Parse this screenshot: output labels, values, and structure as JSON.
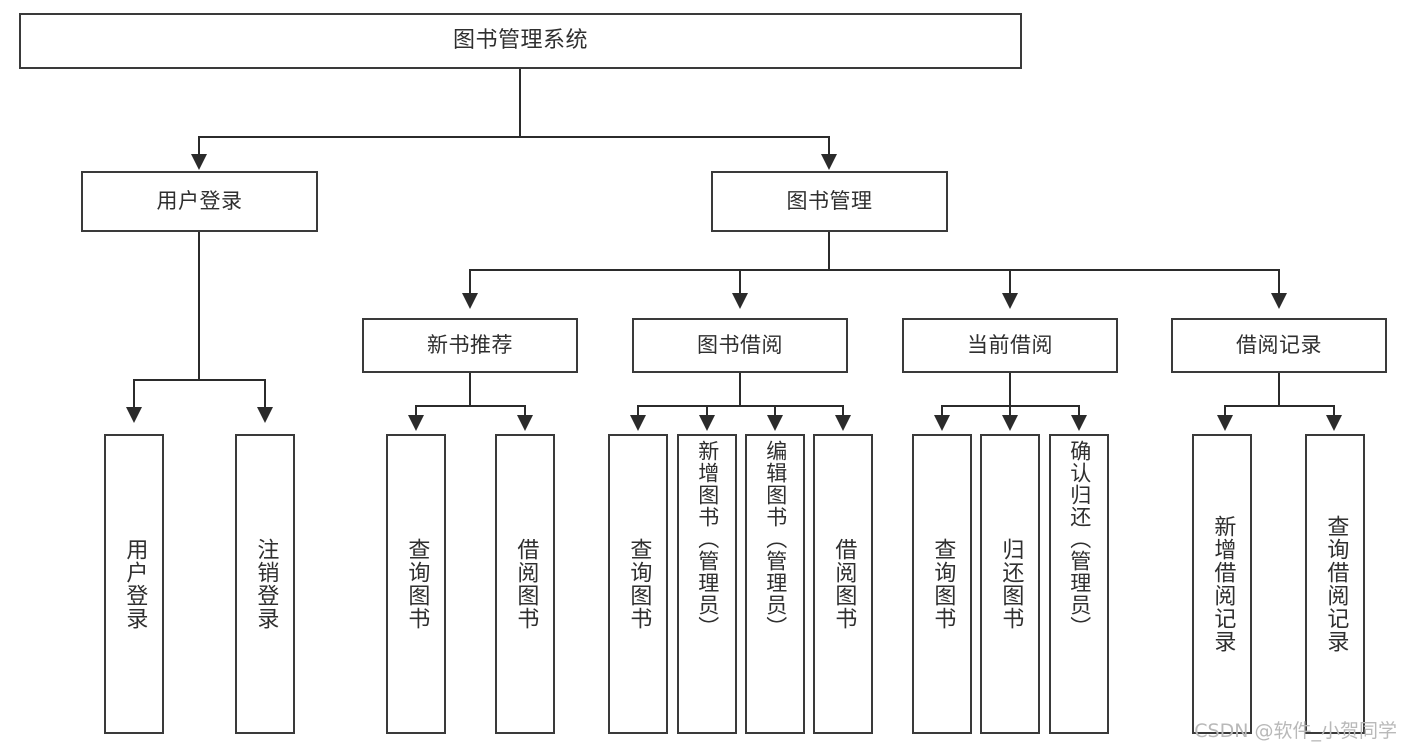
{
  "diagram": {
    "title": "图书管理系统",
    "type": "functional-structure-tree",
    "watermark": "CSDN @软件_小贺同学",
    "colors": {
      "box_border": "#3a3a3a",
      "connector": "#2b2b2b",
      "text": "#2f2f2f",
      "background": "#ffffff",
      "watermark": "#b9b9b9"
    },
    "root": {
      "label": "图书管理系统"
    },
    "level2": [
      {
        "label": "用户登录"
      },
      {
        "label": "图书管理"
      }
    ],
    "level3": [
      {
        "label": "新书推荐"
      },
      {
        "label": "图书借阅"
      },
      {
        "label": "当前借阅"
      },
      {
        "label": "借阅记录"
      }
    ],
    "leaves": {
      "user_login": [
        {
          "label": "用户登录"
        },
        {
          "label": "注销登录"
        }
      ],
      "new_book": [
        {
          "label": "查询图书"
        },
        {
          "label": "借阅图书"
        }
      ],
      "book_borrow": [
        {
          "label": "查询图书"
        },
        {
          "label": "新增图书（管理员）"
        },
        {
          "label": "编辑图书（管理员）"
        },
        {
          "label": "借阅图书"
        }
      ],
      "current_borrow": [
        {
          "label": "查询图书"
        },
        {
          "label": "归还图书"
        },
        {
          "label": "确认归还（管理员）"
        }
      ],
      "borrow_record": [
        {
          "label": "新增借阅记录"
        },
        {
          "label": "查询借阅记录"
        }
      ]
    }
  }
}
